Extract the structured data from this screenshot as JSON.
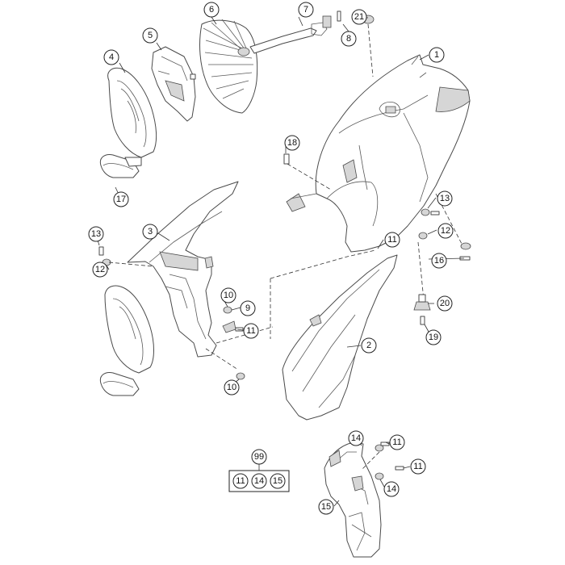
{
  "callouts": {
    "c1": "1",
    "c2": "2",
    "c3": "3",
    "c4": "4",
    "c5": "5",
    "c6": "6",
    "c7": "7",
    "c8": "8",
    "c9": "9",
    "c10a": "10",
    "c10b": "10",
    "c11a": "11",
    "c11b": "11",
    "c11c": "11",
    "c11d": "11",
    "c12a": "12",
    "c12b": "12",
    "c13a": "13",
    "c13b": "13",
    "c14a": "14",
    "c14b": "14",
    "c15": "15",
    "c16": "16",
    "c17": "17",
    "c18": "18",
    "c19": "19",
    "c20": "20",
    "c21": "21",
    "c99": "99",
    "kit": {
      "a": "11",
      "b": "14",
      "c": "15"
    }
  },
  "colors": {
    "line": "#4a4a4a",
    "shade": "#d6d6d6",
    "callout_stroke": "#222222"
  }
}
